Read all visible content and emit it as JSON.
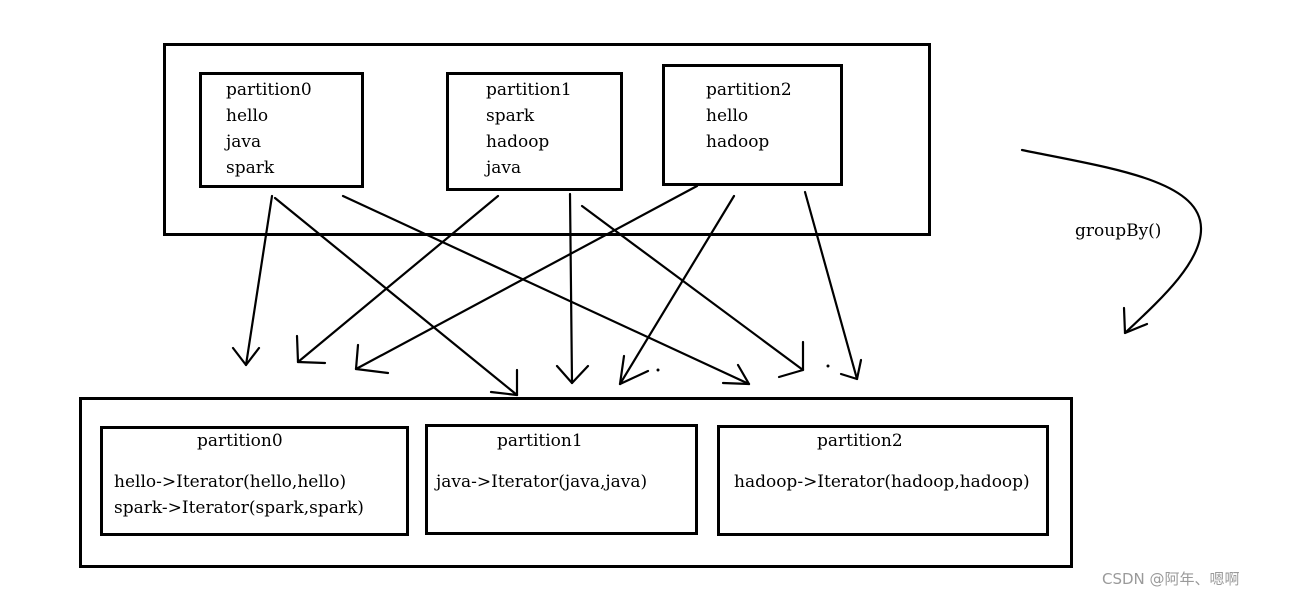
{
  "source": {
    "partitions": [
      {
        "title": "partition0",
        "items": [
          "hello",
          "java",
          "spark"
        ]
      },
      {
        "title": "partition1",
        "items": [
          "spark",
          "hadoop",
          "java"
        ]
      },
      {
        "title": "partition2",
        "items": [
          "hello",
          "hadoop"
        ]
      }
    ]
  },
  "operation_label": "groupBy()",
  "result": {
    "partitions": [
      {
        "title": "partition0",
        "lines": [
          "hello->Iterator(hello,hello)",
          "spark->Iterator(spark,spark)"
        ]
      },
      {
        "title": "partition1",
        "lines": [
          "java->Iterator(java,java)"
        ]
      },
      {
        "title": "partition2",
        "lines": [
          "hadoop->Iterator(hadoop,hadoop)"
        ]
      }
    ]
  },
  "watermark": "CSDN @阿年、嗯啊"
}
